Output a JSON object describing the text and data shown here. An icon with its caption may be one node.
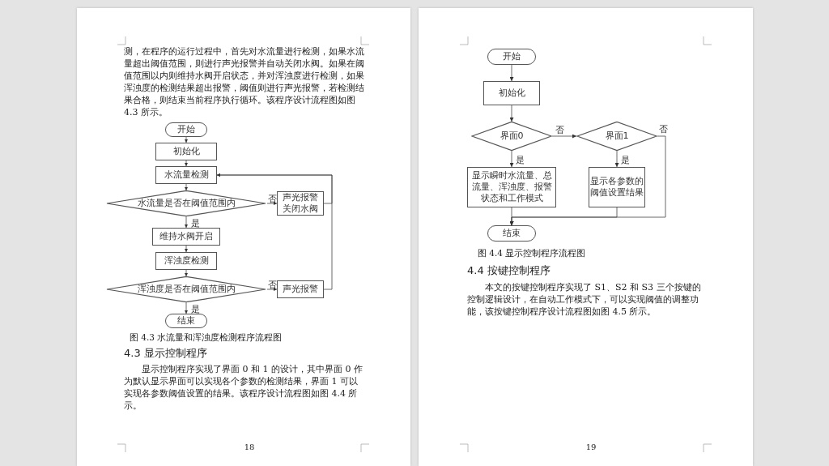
{
  "diagram": {
    "nodes": [
      {
        "text": [
          "开始"
        ]
      },
      {
        "text": [
          "初始化"
        ]
      },
      {
        "text": [
          "水流量检测"
        ]
      },
      {
        "text": [
          "水流量是否在阈值范围内"
        ]
      },
      {
        "text": [
          "声光报警关闭水阀"
        ]
      },
      {
        "text": [
          "维持水阀开启"
        ]
      },
      {
        "text": [
          "浑浊度检测"
        ]
      },
      {
        "text": [
          "浑浊度是否在阈值范围内"
        ]
      },
      {
        "text": [
          "声光报警"
        ]
      },
      {
        "text": [
          "结束"
        ]
      },
      {
        "text": [
          "开始"
        ]
      },
      {
        "text": [
          "初始化"
        ]
      },
      {
        "text": [
          "界面0"
        ]
      },
      {
        "text": [
          "界面1"
        ]
      },
      {
        "text": [
          "显示瞬时水流量、总流量、浑浊度、报警状态和工作模式"
        ]
      },
      {
        "text": [
          "显示各参数的阈值设置结果"
        ]
      },
      {
        "text": [
          "结束"
        ]
      }
    ],
    "edges": [
      {
        "from": 0,
        "to": 1,
        "arrow": "to"
      },
      {
        "from": 1,
        "to": 2,
        "arrow": "to"
      },
      {
        "from": 2,
        "to": 3,
        "arrow": "to"
      },
      {
        "from": 3,
        "to": 4,
        "arrow": "to",
        "label": "否"
      },
      {
        "from": 3,
        "to": 5,
        "arrow": "to",
        "label": "是"
      },
      {
        "from": 5,
        "to": 6,
        "arrow": "to"
      },
      {
        "from": 6,
        "to": 7,
        "arrow": "to"
      },
      {
        "from": 7,
        "to": 8,
        "arrow": "to",
        "label": "否"
      },
      {
        "from": 7,
        "to": 9,
        "arrow": "to",
        "label": "是"
      },
      {
        "from": 4,
        "to": 2,
        "arrow": "to"
      },
      {
        "from": 8,
        "to": 2,
        "arrow": "to"
      },
      {
        "from": 10,
        "to": 11,
        "arrow": "to"
      },
      {
        "from": 11,
        "to": 12,
        "arrow": "to"
      },
      {
        "from": 12,
        "to": 13,
        "arrow": "to",
        "label": "否"
      },
      {
        "from": 12,
        "to": 14,
        "arrow": "to",
        "label": "是"
      },
      {
        "from": 13,
        "to": 15,
        "arrow": "to",
        "label": "是"
      },
      {
        "from": 14,
        "to": 16,
        "arrow": "to"
      },
      {
        "from": 15,
        "to": 16,
        "arrow": "to"
      },
      {
        "from": 13,
        "to": 16,
        "arrow": "to",
        "label": "否"
      }
    ],
    "labels": [
      "测，在程序的运行过程中，首先对水流量进行检测，如果水流量超出阈值范围，则进行声光报警并自动关闭水阀。如果在阈值范围以内则维持水阀开启状态，并对浑浊度进行检测，如果浑浊度的检测结果超出报警，阈值则进行声光报警，若检测结果合格，则结束当前程序执行循环。该程序设计流程图如图 4.3 所示。",
      "图 4.3  水流量和浑浊度检测程序流程图",
      "4.3 显示控制程序",
      "显示控制程序实现了界面 0 和 1 的设计，其中界面 0 作为默认显示界面可以实现各个参数的检测结果，界面 1 可以实现各参数阈值设置的结果。该程序设计流程图如图 4.4 所示。",
      "18",
      "图 4.4  显示控制程序流程图",
      "4.4 按键控制程序",
      "本文的按键控制程序实现了 S1、S2 和 S3 三个按键的控制逻辑设计，在自动工作模式下，可以实现阈值的调整功能，该按键控制程序设计流程图如图 4.5 所示。",
      "19"
    ]
  }
}
